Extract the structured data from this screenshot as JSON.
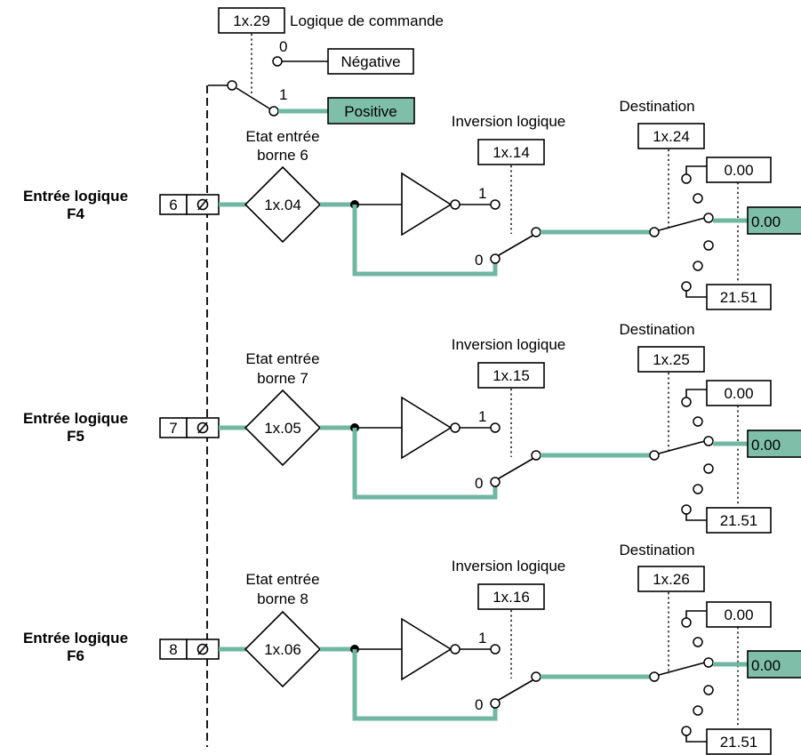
{
  "logic": {
    "param": "1x.29",
    "title": "Logique de commande",
    "pos0": "0",
    "pos1": "1",
    "negative": "Négative",
    "positive": "Positive"
  },
  "channels": [
    {
      "input_name_line1": "Entrée logique",
      "input_name_line2": "F4",
      "terminal": "6",
      "state_label_line1": "Etat entrée",
      "state_label_line2": "borne 6",
      "state_param": "1x.04",
      "inversion_label": "Inversion logique",
      "inversion_param": "1x.14",
      "pos1": "1",
      "pos0": "0",
      "dest_label": "Destination",
      "dest_param": "1x.24",
      "dest_min": "0.00",
      "dest_max": "21.51",
      "output": "0.00"
    },
    {
      "input_name_line1": "Entrée logique",
      "input_name_line2": "F5",
      "terminal": "7",
      "state_label_line1": "Etat entrée",
      "state_label_line2": "borne 7",
      "state_param": "1x.05",
      "inversion_label": "Inversion logique",
      "inversion_param": "1x.15",
      "pos1": "1",
      "pos0": "0",
      "dest_label": "Destination",
      "dest_param": "1x.25",
      "dest_min": "0.00",
      "dest_max": "21.51",
      "output": "0.00"
    },
    {
      "input_name_line1": "Entrée logique",
      "input_name_line2": "F6",
      "terminal": "8",
      "state_label_line1": "Etat entrée",
      "state_label_line2": "borne 8",
      "state_param": "1x.06",
      "inversion_label": "Inversion logique",
      "inversion_param": "1x.16",
      "pos1": "1",
      "pos0": "0",
      "dest_label": "Destination",
      "dest_param": "1x.26",
      "dest_min": "0.00",
      "dest_max": "21.51",
      "output": "0.00"
    }
  ],
  "colors": {
    "signal": "#6fb7a2",
    "highlight_box": "#7fbfa9"
  }
}
